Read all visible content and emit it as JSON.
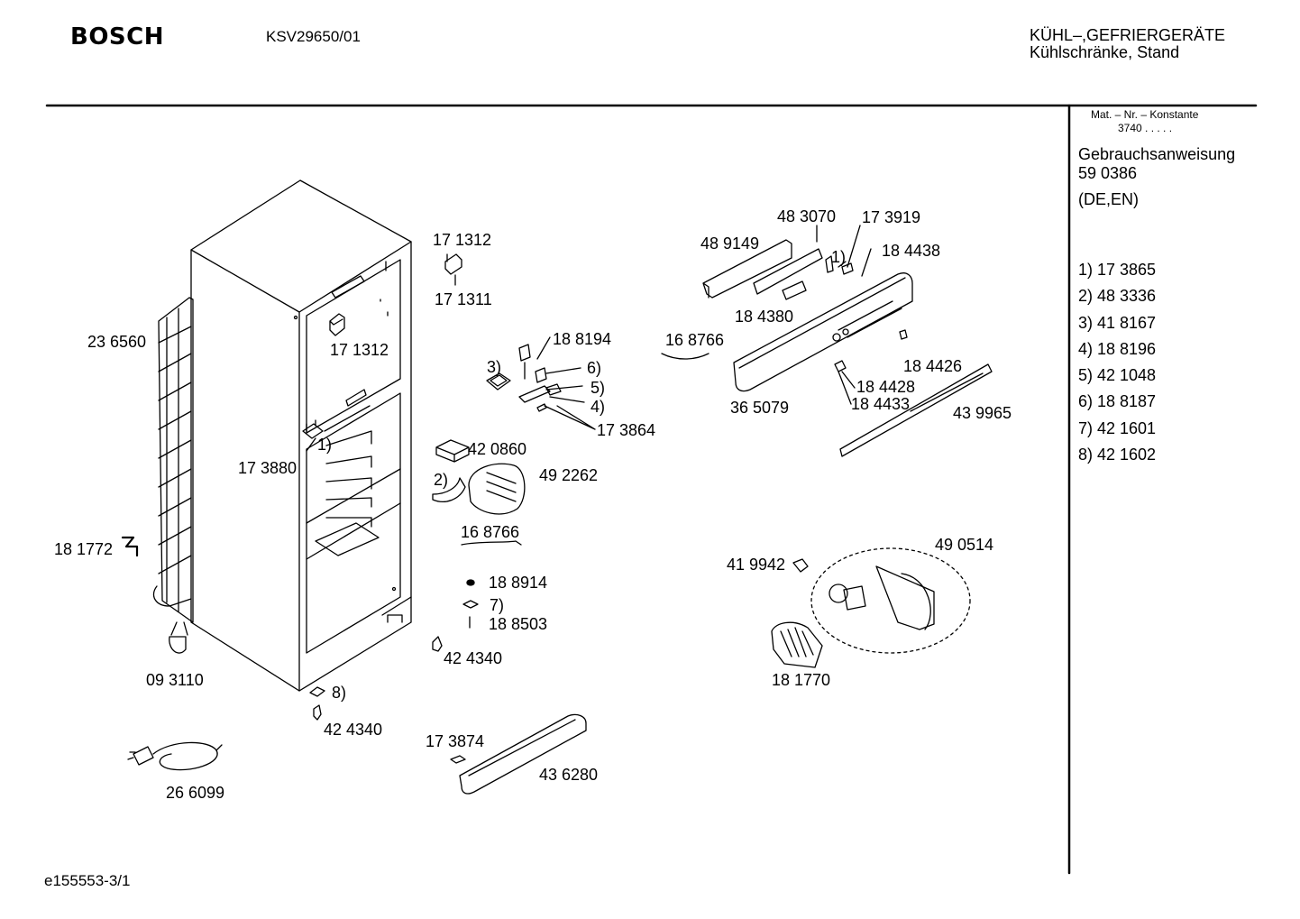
{
  "header": {
    "brand": "BOSCH",
    "model": "KSV29650/01",
    "category_line1": "KÜHL–,GEFRIERGERÄTE",
    "category_line2": "Kühlschränke, Stand"
  },
  "sidebar": {
    "mat_label": "Mat. – Nr. – Konstante",
    "mat_value": "3740  .  .  .  .  .",
    "manual_label": "Gebrauchsanweisung",
    "manual_number": "59 0386",
    "languages": "(DE,EN)",
    "legend": [
      "1) 17 3865",
      "2) 48 3336",
      "3) 41 8167",
      "4) 18 8196",
      "5) 42 1048",
      "6) 18 8187",
      "7) 42 1601",
      "8) 42 1602"
    ]
  },
  "labels": {
    "p171312a": "17 1312",
    "p171311": "17 1311",
    "p171312b": "17 1312",
    "p236560": "23 6560",
    "p173880": "17 3880",
    "m1a": "1)",
    "p181772": "18 1772",
    "p093110": "09 3110",
    "m8": "8)",
    "p424340a": "42 4340",
    "p266099": "26 6099",
    "p188194": "18 8194",
    "m3": "3)",
    "m6": "6)",
    "m5": "5)",
    "m4": "4)",
    "p173864": "17 3864",
    "p420860": "42 0860",
    "m2": "2)",
    "p492262": "49 2262",
    "p168766b": "16 8766",
    "p188914": "18 8914",
    "m7": "7)",
    "p188503": "18 8503",
    "p424340b": "42 4340",
    "p173874": "17 3874",
    "p436280": "43 6280",
    "p483070": "48 3070",
    "p173919": "17 3919",
    "p489149": "48 9149",
    "m1b": "1)",
    "p184438": "18 4438",
    "p184380": "18 4380",
    "p168766a": "16 8766",
    "p184426": "18 4426",
    "p365079": "36 5079",
    "p184428": "18 4428",
    "p184433": "18 4433",
    "p439965": "43 9965",
    "p490514": "49 0514",
    "p419942": "41 9942",
    "p181770": "18 1770"
  },
  "footer": {
    "code": "e155553-3/1"
  }
}
